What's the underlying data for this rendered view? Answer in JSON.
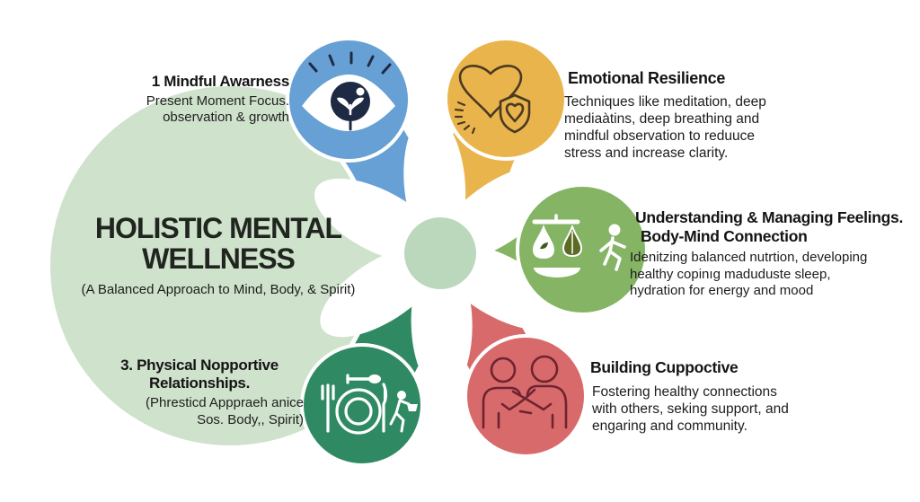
{
  "colors": {
    "background": "#ffffff",
    "big_circle": "#cfe2cc",
    "center_circle": "#b7d6b9",
    "blue": "#66a0d4",
    "yellow": "#eab44d",
    "green": "#84b464",
    "red": "#d86a6c",
    "dark_green": "#2f8a63",
    "eye_dark": "#1e2a44",
    "heart_outline": "#4a3a22",
    "people_outline": "#6e2430",
    "olive_pan": "#5c6b22",
    "text_dark": "#141414"
  },
  "core": {
    "title_line1": "HOLISTIC MENTAL",
    "title_line2": "WELLNESS",
    "subtitle": "(A Balanced Approach to Mind, Body, & Spirit)"
  },
  "sections": {
    "mindful": {
      "heading": "1 Mindful Awarness",
      "line1": "Present Moment Focus.",
      "line2": "observation & growth",
      "icon": "eye-sprout-icon"
    },
    "emotional": {
      "heading": "Emotional Resilience",
      "lines": [
        "Techniques like meditation, deep",
        "mediaàtins, deep breathing and",
        "mindful observation to reduuce",
        "stress and increase clarity."
      ],
      "icon": "heart-shield-icon"
    },
    "understanding": {
      "heading_line1": "Understanding & Managing Feelings.",
      "heading_line2": "Body-Mind Connection",
      "lines": [
        "Idenitzing balanced nutrtion, developing",
        "healthy copinıg maduduste sleep,",
        "hydration for energy and mood"
      ],
      "icon": "balance-scale-runner-icon"
    },
    "building": {
      "heading": "Building Cuppoctive",
      "lines": [
        "Fostering healthy connections",
        "with others, seking support, and",
        "engaring and community."
      ],
      "icon": "two-people-support-icon"
    },
    "physical": {
      "heading_line1": "3. Physical Nopportive",
      "heading_line2": "Relationships.",
      "sub_line1": "(Phresticd Apppraeh anice",
      "sub_line2": "Sos. Body,, Spirit)",
      "icon": "plate-fork-knife-exercise-icon"
    }
  }
}
